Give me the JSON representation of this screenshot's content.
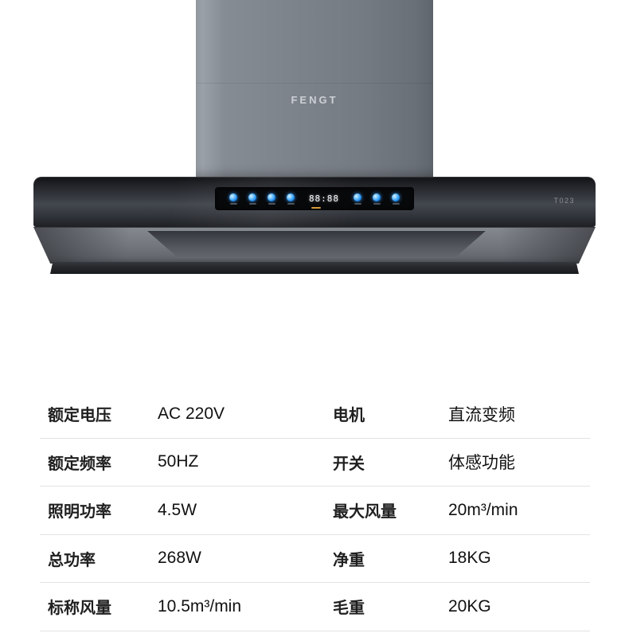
{
  "product": {
    "brand_logo": "FENGT",
    "model": "T023",
    "panel": {
      "display_value": "88:88",
      "button_color": "#1583e8"
    }
  },
  "specs": {
    "rows": [
      {
        "left_label": "额定电压",
        "left_value": "AC 220V",
        "right_label": "电机",
        "right_value": "直流变频"
      },
      {
        "left_label": "额定频率",
        "left_value": "50HZ",
        "right_label": "开关",
        "right_value": "体感功能"
      },
      {
        "left_label": "照明功率",
        "left_value": "4.5W",
        "right_label": "最大风量",
        "right_value": "20m³/min"
      },
      {
        "left_label": "总功率",
        "left_value": "268W",
        "right_label": "净重",
        "right_value": "18KG"
      },
      {
        "left_label": "标称风量",
        "left_value": "10.5m³/min",
        "right_label": "毛重",
        "right_value": "20KG"
      }
    ]
  }
}
